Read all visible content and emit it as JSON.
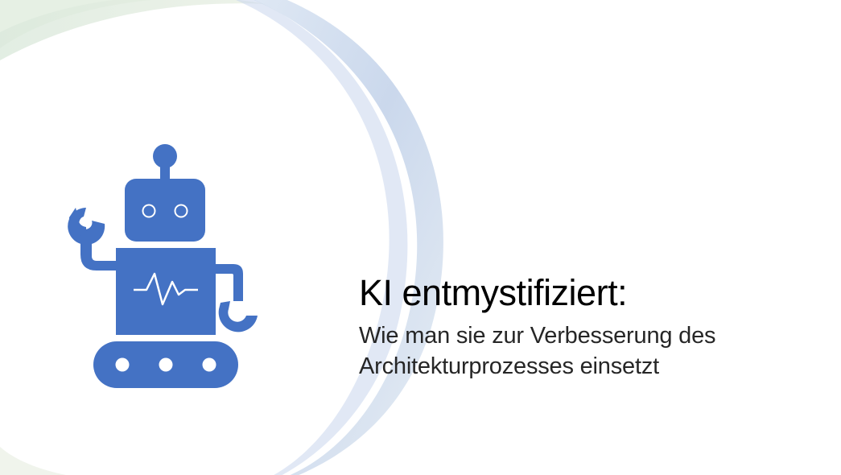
{
  "slide": {
    "title": "KI entmystifiziert:",
    "subtitle_lines": [
      "Wie man sie zur Verbesserung des",
      "Architekturprozesses einsetzt"
    ]
  },
  "graphics": {
    "robot_icon": "robot-icon",
    "swirl": "decorative-swirl"
  },
  "colors": {
    "robot": "#4472C4",
    "swirl_blue": "#B4C6E7",
    "swirl_green": "#C9DDD0",
    "text": "#000000",
    "subtitle_text": "#262626",
    "background": "#FFFFFF"
  }
}
